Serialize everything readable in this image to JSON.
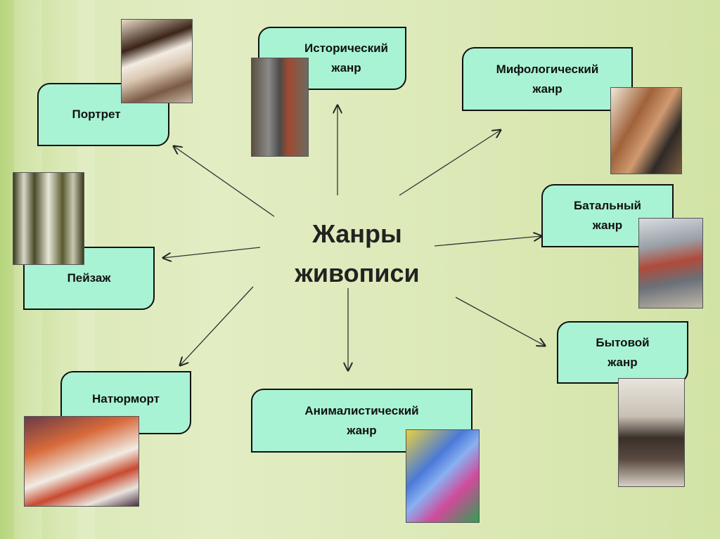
{
  "title": {
    "line1": "Жанры",
    "line2": "живописи"
  },
  "genres": {
    "portrait": "Портрет",
    "historical": {
      "line1": "Исторический",
      "line2": "жанр"
    },
    "mythological": {
      "line1": "Мифологический",
      "line2": "жанр"
    },
    "battle": {
      "line1": "Батальный",
      "line2": "жанр"
    },
    "everyday": {
      "line1": "Бытовой",
      "line2": "жанр"
    },
    "animal": {
      "line1": "Анималистический",
      "line2": "жанр"
    },
    "still_life": "Натюрморт",
    "landscape": "Пейзаж"
  },
  "colors": {
    "box_fill": "#a8f3d4",
    "background": "#dbe9b7"
  }
}
